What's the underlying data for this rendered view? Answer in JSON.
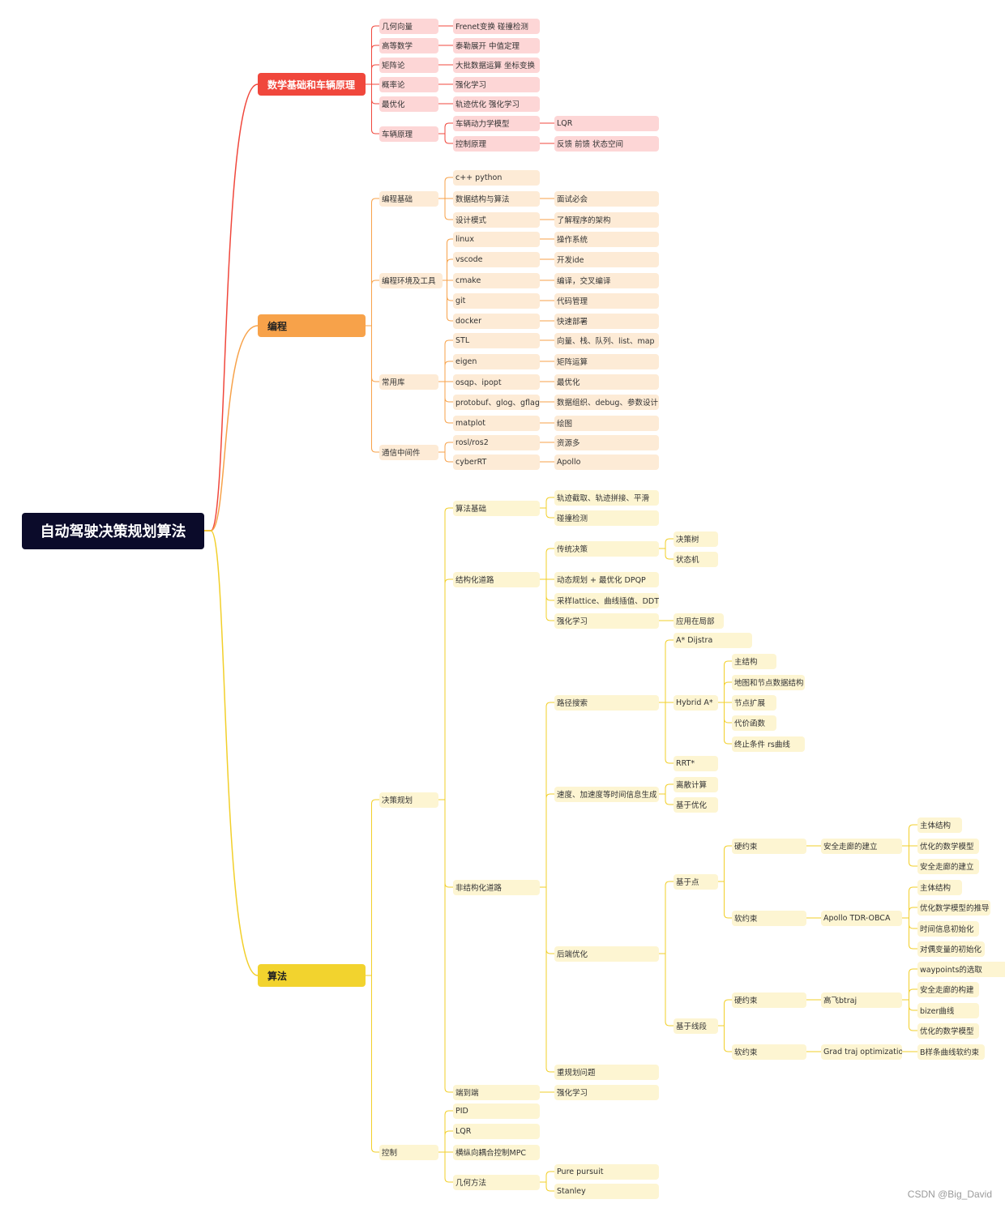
{
  "colors": {
    "root_bg": "#0b0b2a",
    "red": {
      "stroke": "#f0473c",
      "main": "#f0473c",
      "leaf": "#fdd6d6",
      "text": "#ffffff"
    },
    "orange": {
      "stroke": "#f7a24a",
      "main": "#f7a24a",
      "leaf": "#fdebd6",
      "text": "#222222"
    },
    "yellow": {
      "stroke": "#f2cf2a",
      "main": "#f2d32e",
      "leaf": "#fdf5d2",
      "text": "#222222"
    }
  },
  "mindmap": {
    "root": "自动驾驶决策规划算法",
    "branches": [
      {
        "label": "数学基础和车辆原理",
        "theme": "red",
        "children": [
          {
            "label": "几何向量",
            "children": [
              {
                "label": "Frenet变换 碰撞检测"
              }
            ]
          },
          {
            "label": "高等数学",
            "children": [
              {
                "label": "泰勒展开 中值定理"
              }
            ]
          },
          {
            "label": "矩阵论",
            "children": [
              {
                "label": "大批数据运算 坐标变换"
              }
            ]
          },
          {
            "label": "概率论",
            "children": [
              {
                "label": "强化学习"
              }
            ]
          },
          {
            "label": "最优化",
            "children": [
              {
                "label": "轨迹优化 强化学习"
              }
            ]
          },
          {
            "label": "车辆原理",
            "children": [
              {
                "label": "车辆动力学模型",
                "children": [
                  {
                    "label": "LQR"
                  }
                ]
              },
              {
                "label": "控制原理",
                "children": [
                  {
                    "label": "反馈 前馈 状态空间"
                  }
                ]
              }
            ]
          }
        ]
      },
      {
        "label": "编程",
        "theme": "orange",
        "children": [
          {
            "label": "编程基础",
            "children": [
              {
                "label": "c++ python"
              },
              {
                "label": "数据结构与算法",
                "children": [
                  {
                    "label": "面试必会"
                  }
                ]
              },
              {
                "label": "设计模式",
                "children": [
                  {
                    "label": "了解程序的架构"
                  }
                ]
              }
            ]
          },
          {
            "label": "编程环境及工具",
            "children": [
              {
                "label": "linux",
                "children": [
                  {
                    "label": "操作系统"
                  }
                ]
              },
              {
                "label": "vscode",
                "children": [
                  {
                    "label": "开发ide"
                  }
                ]
              },
              {
                "label": "cmake",
                "children": [
                  {
                    "label": "编译，交叉编译"
                  }
                ]
              },
              {
                "label": "git",
                "children": [
                  {
                    "label": "代码管理"
                  }
                ]
              },
              {
                "label": "docker",
                "children": [
                  {
                    "label": "快速部署"
                  }
                ]
              }
            ]
          },
          {
            "label": "常用库",
            "children": [
              {
                "label": "STL",
                "children": [
                  {
                    "label": "向量、栈、队列、list、map"
                  }
                ]
              },
              {
                "label": "eigen",
                "children": [
                  {
                    "label": "矩阵运算"
                  }
                ]
              },
              {
                "label": "osqp、ipopt",
                "children": [
                  {
                    "label": "最优化"
                  }
                ]
              },
              {
                "label": "protobuf、glog、gflag",
                "children": [
                  {
                    "label": "数据组织、debug、参数设计"
                  }
                ]
              },
              {
                "label": "matplot",
                "children": [
                  {
                    "label": "绘图"
                  }
                ]
              }
            ]
          },
          {
            "label": "通信中间件",
            "children": [
              {
                "label": "rosl/ros2",
                "children": [
                  {
                    "label": "资源多"
                  }
                ]
              },
              {
                "label": "cyberRT",
                "children": [
                  {
                    "label": "Apollo"
                  }
                ]
              }
            ]
          }
        ]
      },
      {
        "label": "算法",
        "theme": "yellow",
        "children": [
          {
            "label": "决策规划",
            "children": [
              {
                "label": "算法基础",
                "children": [
                  {
                    "label": "轨迹截取、轨迹拼接、平滑"
                  },
                  {
                    "label": "碰撞检测"
                  }
                ]
              },
              {
                "label": "结构化道路",
                "children": [
                  {
                    "label": "传统决策",
                    "children": [
                      {
                        "label": "决策树"
                      },
                      {
                        "label": "状态机"
                      }
                    ]
                  },
                  {
                    "label": "动态规划 + 最优化 DPQP"
                  },
                  {
                    "label": "采样lattice、曲线插值、DDT"
                  },
                  {
                    "label": "强化学习",
                    "children": [
                      {
                        "label": "应用在局部"
                      }
                    ]
                  }
                ]
              },
              {
                "label": "非结构化道路",
                "children": [
                  {
                    "label": "路径搜索",
                    "children": [
                      {
                        "label": "A* Dijstra"
                      },
                      {
                        "label": "Hybrid A*",
                        "children": [
                          {
                            "label": "主结构"
                          },
                          {
                            "label": "地图和节点数据结构"
                          },
                          {
                            "label": "节点扩展"
                          },
                          {
                            "label": "代价函数"
                          },
                          {
                            "label": "终止条件 rs曲线"
                          }
                        ]
                      },
                      {
                        "label": "RRT*"
                      }
                    ]
                  },
                  {
                    "label": "速度、加速度等时间信息生成",
                    "children": [
                      {
                        "label": "离散计算"
                      },
                      {
                        "label": "基于优化"
                      }
                    ]
                  },
                  {
                    "label": "后端优化",
                    "children": [
                      {
                        "label": "基于点",
                        "children": [
                          {
                            "label": "硬约束",
                            "children": [
                              {
                                "label": "安全走廊的建立",
                                "children": [
                                  {
                                    "label": "主体结构"
                                  },
                                  {
                                    "label": "优化的数学模型"
                                  },
                                  {
                                    "label": "安全走廊的建立"
                                  }
                                ]
                              }
                            ]
                          },
                          {
                            "label": "软约束",
                            "children": [
                              {
                                "label": "Apollo TDR-OBCA",
                                "children": [
                                  {
                                    "label": "主体结构"
                                  },
                                  {
                                    "label": "优化数学模型的推导"
                                  },
                                  {
                                    "label": "时间信息初始化"
                                  },
                                  {
                                    "label": "对偶变量的初始化"
                                  }
                                ]
                              }
                            ]
                          }
                        ]
                      },
                      {
                        "label": "基于线段",
                        "children": [
                          {
                            "label": "硬约束",
                            "children": [
                              {
                                "label": "高飞btraj",
                                "children": [
                                  {
                                    "label": "waypoints的选取"
                                  },
                                  {
                                    "label": "安全走廊的构建"
                                  },
                                  {
                                    "label": "bizer曲线"
                                  },
                                  {
                                    "label": "优化的数学模型"
                                  }
                                ]
                              }
                            ]
                          },
                          {
                            "label": "软约束",
                            "children": [
                              {
                                "label": "Grad traj optimization",
                                "children": [
                                  {
                                    "label": "B样条曲线软约束"
                                  }
                                ]
                              }
                            ]
                          }
                        ]
                      }
                    ]
                  },
                  {
                    "label": "重规划问题"
                  }
                ]
              },
              {
                "label": "端到端",
                "children": [
                  {
                    "label": "强化学习"
                  }
                ]
              }
            ]
          },
          {
            "label": "控制",
            "children": [
              {
                "label": "PID"
              },
              {
                "label": "LQR"
              },
              {
                "label": "横纵向耦合控制MPC"
              },
              {
                "label": "几何方法",
                "children": [
                  {
                    "label": "Pure pursuit"
                  },
                  {
                    "label": "Stanley"
                  }
                ]
              }
            ]
          }
        ]
      }
    ]
  },
  "watermark": "CSDN @Big_David"
}
